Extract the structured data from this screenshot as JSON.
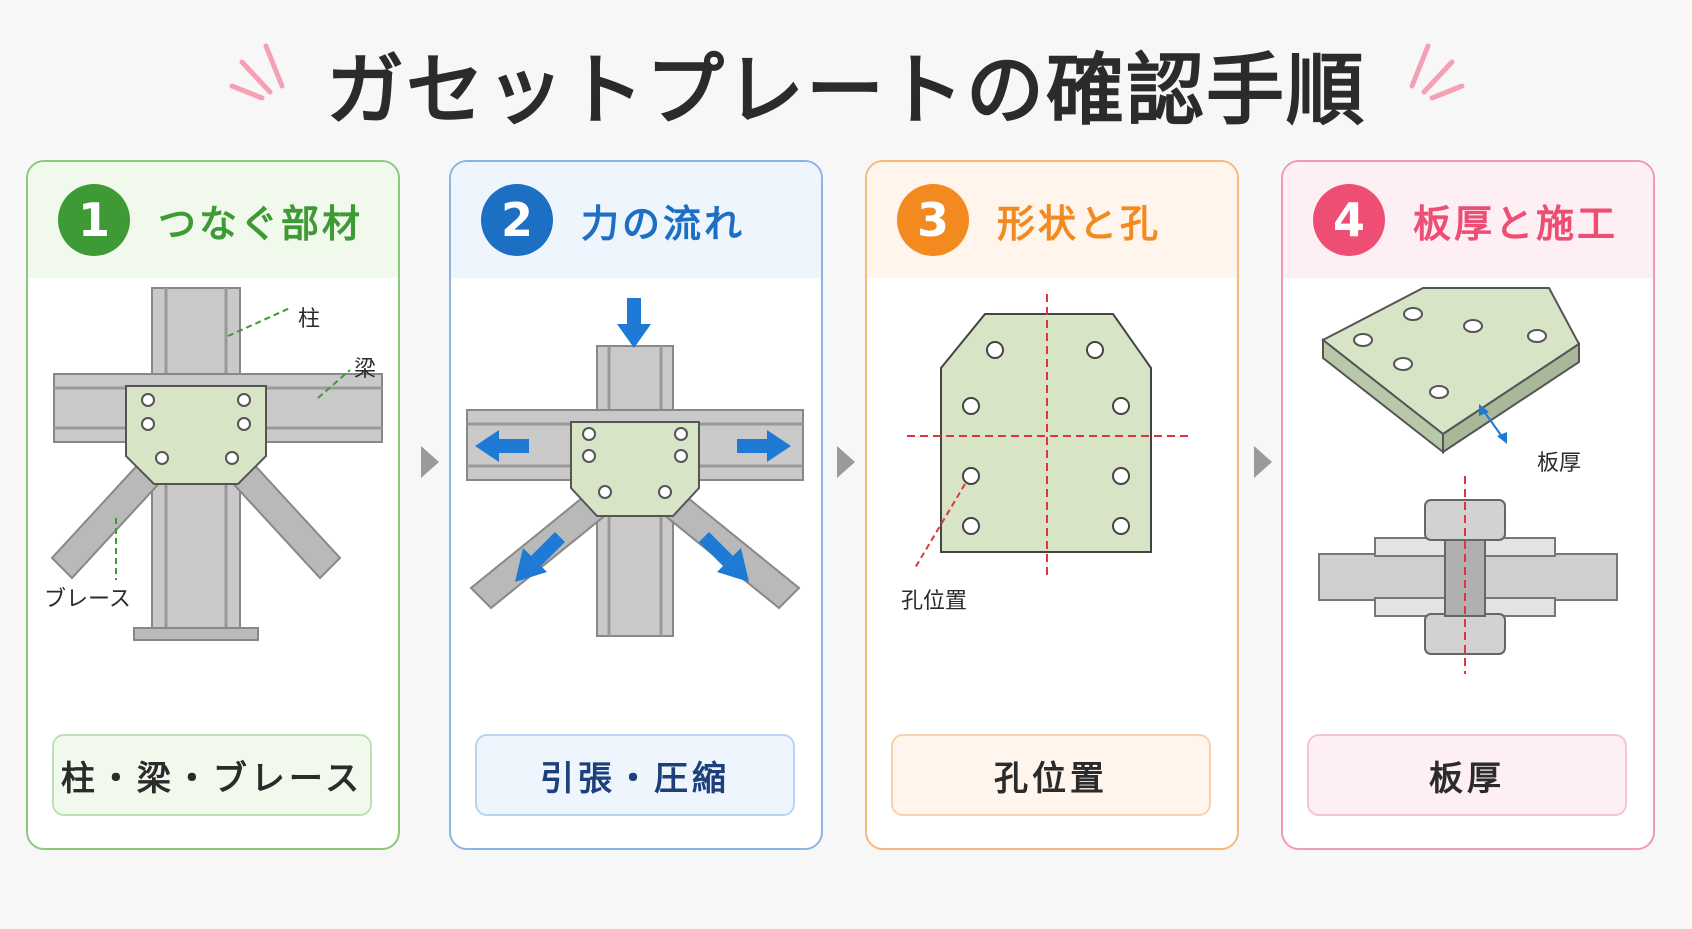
{
  "title": "ガセットプレートの確認手順",
  "colors": {
    "green": "#3d9a34",
    "blue": "#1d6fc4",
    "orange": "#f38a1f",
    "pink": "#ee4d74",
    "plate": "#d7e5c6",
    "steel": "#c8c8c8",
    "arrow_blue": "#1f7ad6",
    "gray_arrow": "#9a9a9a"
  },
  "steps": [
    {
      "number": "1",
      "label": "つなぐ部材",
      "answer": "柱・梁・ブレース",
      "annotations": [
        "柱",
        "梁",
        "ブレース"
      ]
    },
    {
      "number": "2",
      "label": "力の流れ",
      "answer": "引張・圧縮"
    },
    {
      "number": "3",
      "label": "形状と孔",
      "answer": "孔位置",
      "annotations": [
        "孔位置"
      ]
    },
    {
      "number": "4",
      "label": "板厚と施工",
      "answer": "板厚",
      "annotations": [
        "板厚"
      ]
    }
  ],
  "icons": [
    "step-arrow-icon",
    "sparkle-left-icon",
    "sparkle-right-icon"
  ]
}
